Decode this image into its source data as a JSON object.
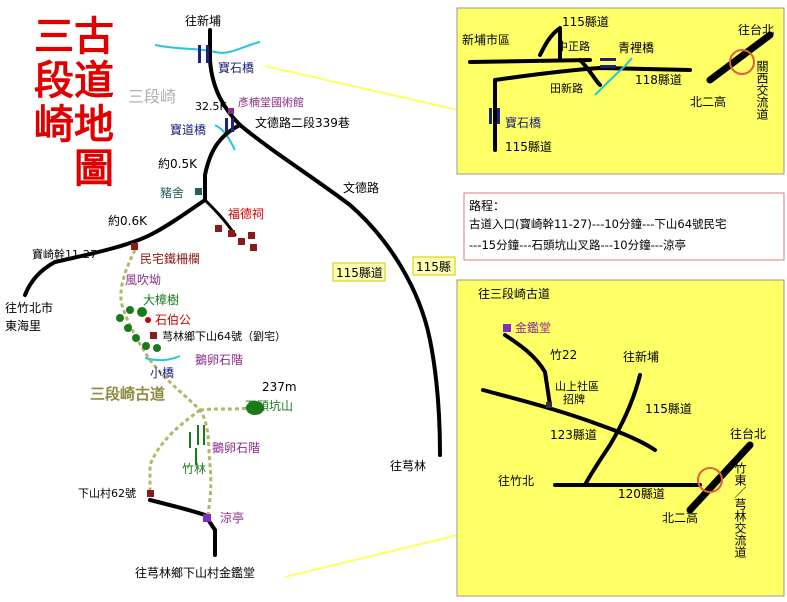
{
  "title": {
    "line1": "古道地圖",
    "line2": "三段崎"
  },
  "main_map": {
    "to_xinpu_top": "往新埔",
    "baoshi_bridge": "寶石橋",
    "sanduanqi": "三段崎",
    "dist_325k": "32.5K",
    "yantang_museum": "彥楠堂國術館",
    "baodao_bridge": "寶道橋",
    "wende_339": "文德路二段339巷",
    "dist_05k": "約0.5K",
    "pig_pen": "豬舍",
    "fude_temple": "福德祠",
    "dist_06k": "約0.6K",
    "wende_road": "文德路",
    "baoqi_11_27": "寶崎幹11-27",
    "iron_gate": "民宅鐵柵欄",
    "to_zhubei": "往竹北市",
    "donghai_li": "東海里",
    "route_115_a": "115縣道",
    "route_115_b": "115縣",
    "fengchui_ao": "風吹坳",
    "big_camphor": "大樟樹",
    "shibo_gong": "石伯公",
    "house_64": "芎林鄉下山64號（劉宅）",
    "small_bridge": "小橋",
    "egg_steps_1": "鵝卵石階",
    "trail_name": "三段崎古道",
    "elev_237": "237m",
    "shitou_keng": "石頭坑山",
    "egg_steps_2": "鵝卵石階",
    "bamboo": "竹林",
    "to_qionglin": "往芎林",
    "xiashan_62": "下山村62號",
    "pavilion": "涼亭",
    "to_jinjian": "往芎林鄉下山村金鑑堂"
  },
  "inset_top": {
    "xinpu_district": "新埔市區",
    "route_115_top": "115縣道",
    "zhongzheng_rd": "中正路",
    "qingzi_bridge": "青裡橋",
    "to_tai3": "往台北",
    "tianxin_rd": "田新路",
    "route_118": "118縣道",
    "guanxi_interchange": "關西交流道",
    "north2": "北二高",
    "baoshi_bridge": "寶石橋",
    "route_115_bottom": "115縣道"
  },
  "route_box": {
    "heading": "路程：",
    "line1": "古道入口(寶崎幹11-27)---10分鐘---下山64號民宅",
    "line2": "---15分鐘---石頭坑山叉路---10分鐘---涼亭"
  },
  "inset_bottom": {
    "to_sanduanqi": "往三段崎古道",
    "jinjian_tang": "金鑑堂",
    "zhu22": "竹22",
    "to_xinpu": "往新埔",
    "community_sign_1": "山上社區",
    "community_sign_2": "招牌",
    "route_115": "115縣道",
    "route_123": "123縣道",
    "to_taipei": "往台北",
    "to_zhubei": "往竹北",
    "route_120": "120縣道",
    "north2": "北二高",
    "zhudong_interchange": "竹東／芎林交流道"
  },
  "colors": {
    "title_red": "#e00000",
    "inset_yellow": "#ffff66",
    "trail_khaki": "#b5b56a",
    "river_cyan": "#26c6da"
  }
}
